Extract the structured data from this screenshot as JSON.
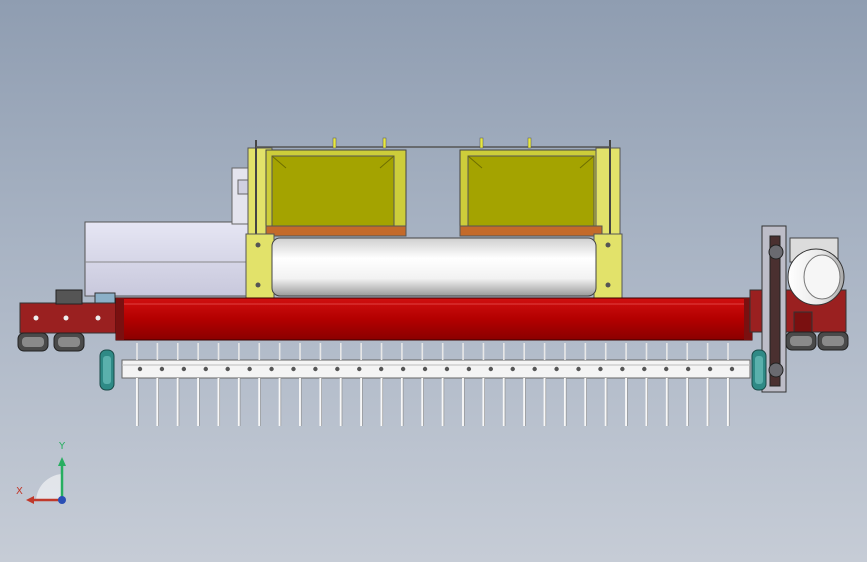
{
  "viewport": {
    "background_top": "#8f9db1",
    "background_bottom": "#c6ccd6"
  },
  "model": {
    "colors": {
      "frame_red": "#b30000",
      "frame_red_dark": "#7a1010",
      "hopper_olive": "#a4a300",
      "hopper_yellow": "#e2e26a",
      "motor_box": "#d8d8ec",
      "roller_white": "#ffffff",
      "wheel_teal": "#2f8a86",
      "tine_bar": "#f4f4f4"
    },
    "tine_count": 30,
    "bolt_count": 28
  },
  "triad": {
    "x_label": "X",
    "y_label": "Y",
    "x_color": "#c0392b",
    "y_color": "#27ae60",
    "z_color": "#2a4fb5"
  }
}
